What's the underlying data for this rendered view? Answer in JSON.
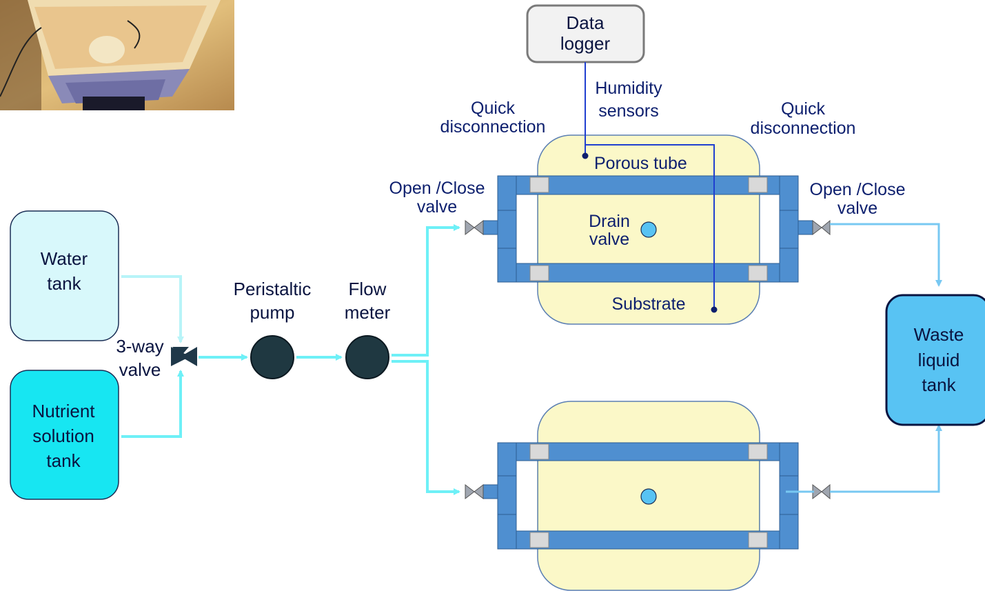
{
  "labels": {
    "water_tank": [
      "Water",
      "tank"
    ],
    "nutrient_tank": [
      "Nutrient",
      "solution",
      "tank"
    ],
    "three_way_valve": [
      "3-way",
      "valve"
    ],
    "peristaltic_pump": [
      "Peristaltic",
      "pump"
    ],
    "flow_meter": [
      "Flow",
      "meter"
    ],
    "data_logger": [
      "Data",
      "logger"
    ],
    "humidity_sensors": [
      "Humidity",
      "sensors"
    ],
    "quick_disconnection_left": [
      "Quick",
      "disconnection"
    ],
    "quick_disconnection_right": [
      "Quick",
      "disconnection"
    ],
    "open_close_valve_left": [
      "Open /Close",
      "valve"
    ],
    "open_close_valve_right": [
      "Open /Close",
      "valve"
    ],
    "porous_tube": "Porous tube",
    "drain_valve": [
      "Drain",
      "valve"
    ],
    "substrate": "Substrate",
    "waste_tank": [
      "Waste",
      "liquid",
      "tank"
    ]
  },
  "colors": {
    "label_text": "#0d1f6e",
    "water_tank_fill": "#d8f8fb",
    "nutrient_tank_fill": "#17e6f2",
    "waste_tank_fill": "#58c3f3",
    "flow_line": "#6ef0f7",
    "return_line": "#78c8f2",
    "tube_blue": "#4f8fd0",
    "substrate_fill": "#fbf8c8",
    "pump_fill": "#1f3841",
    "data_line": "#1f3fd0",
    "connector_gray": "#d9d9d9"
  },
  "photo": {
    "description_icon": "photo-of-growing-setup"
  }
}
